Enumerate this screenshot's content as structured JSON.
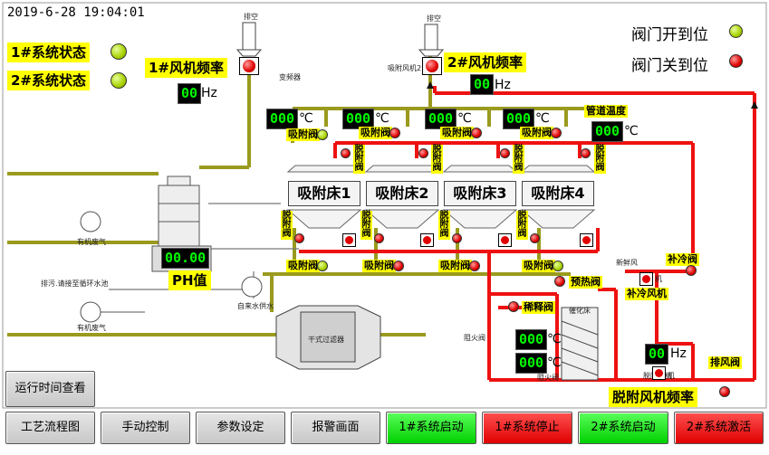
{
  "timestamp": "2019-6-28 19:04:01",
  "system_status": [
    {
      "label": "1#系统状态",
      "lamp": "green"
    },
    {
      "label": "2#系统状态",
      "lamp": "green"
    }
  ],
  "legend": {
    "open_label": "阀门开到位",
    "open_color": "#a8d200",
    "closed_label": "阀门关到位",
    "closed_color": "#e00000"
  },
  "fans": {
    "fan1_freq_label": "1#风机频率",
    "fan1_freq_value": "00",
    "fan2_freq_label": "2#风机频率",
    "fan2_freq_value": "00",
    "desorb_freq_label": "脱附风机频率",
    "desorb_freq_value": "00",
    "unit_hz": "Hz"
  },
  "exhaust_label": "排空",
  "inverter_label": "变频器",
  "suction_fan_label": "吸附风机2",
  "beds": [
    {
      "label": "吸附床1",
      "temp": "000",
      "unit": "℃"
    },
    {
      "label": "吸附床2",
      "temp": "000",
      "unit": "℃"
    },
    {
      "label": "吸附床3",
      "temp": "000",
      "unit": "℃"
    },
    {
      "label": "吸附床4",
      "temp": "000",
      "unit": "℃"
    }
  ],
  "pipe_temp": {
    "label": "管道温度",
    "value": "000",
    "unit": "℃"
  },
  "valves": {
    "adsorb": "吸附阀",
    "desorb": "脱附阀",
    "preheat": "预热阀",
    "supplement_cold": "补冷阀",
    "supplement_cold_fan": "补冷风机",
    "dilute": "稀释阀",
    "exhaust": "排风阀"
  },
  "ph": {
    "value": "00.00",
    "label": "PH值"
  },
  "small_labels": {
    "organic_gas_1": "有机废气",
    "organic_gas_2": "有机废气",
    "sewage": "排污.请接至循环水池",
    "tap_water": "自来水供水",
    "dry_filter": "干式过滤器",
    "fresh_air": "新鲜风",
    "catalytic_bed": "催化床",
    "fire_valve_1": "阻火阀",
    "fire_valve_2": "阻火阀",
    "machine": "机",
    "desorb_fan_small": "脱附风机",
    "fan_small": "机"
  },
  "catalytic_temps": [
    {
      "value": "000",
      "unit": "℃"
    },
    {
      "value": "000",
      "unit": "℃"
    }
  ],
  "runtime_button": "运行时间查看",
  "nav_buttons": [
    {
      "label": "工艺流程图",
      "color": "#d8d8d8"
    },
    {
      "label": "手动控制",
      "color": "#d8d8d8"
    },
    {
      "label": "参数设定",
      "color": "#d8d8d8"
    },
    {
      "label": "报警画面",
      "color": "#d8d8d8"
    },
    {
      "label": "1#系统启动",
      "color": "#00e000"
    },
    {
      "label": "1#系统停止",
      "color": "#ff1010"
    },
    {
      "label": "2#系统启动",
      "color": "#00e000"
    },
    {
      "label": "2#系统激活",
      "color": "#ff1010"
    }
  ]
}
